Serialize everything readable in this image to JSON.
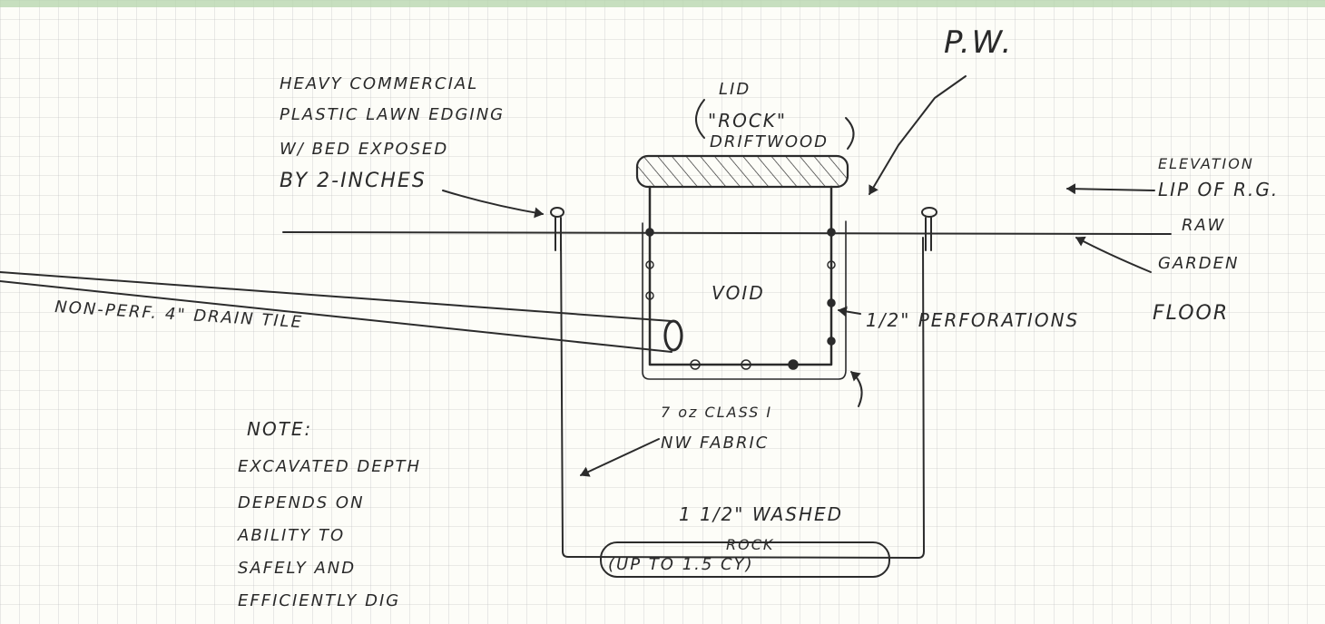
{
  "annotations": {
    "paw": "P.W.",
    "lid_line1": "LID",
    "lid_line2": "\"ROCK\"",
    "lid_line3": "DRIFTWOOD",
    "edging_line1": "HEAVY COMMERCIAL",
    "edging_line2": "PLASTIC LAWN EDGING",
    "edging_line3": "W/ BED EXPOSED",
    "edging_line4": "BY 2-INCHES",
    "elevation_line1": "ELEVATION",
    "elevation_line2": "LIP OF R.G.",
    "raw_garden_line1": "RAW",
    "raw_garden_line2": "GARDEN",
    "raw_garden_line3": "FLOOR",
    "void": "VOID",
    "perforations": "1/2\" PERFORATIONS",
    "drain_tile": "NON-PERF. 4\" DRAIN TILE",
    "fabric_line1": "7 oz CLASS I",
    "fabric_line2": "NW FABRIC",
    "rock_line1": "1 1/2\" WASHED",
    "rock_line2": "ROCK",
    "rock_line3": "(UP TO 1.5 CY)",
    "note_line1": "NOTE:",
    "note_line2": "EXCAVATED DEPTH",
    "note_line3": "DEPENDS ON",
    "note_line4": "ABILITY TO",
    "note_line5": "SAFELY AND",
    "note_line6": "EFFICIENTLY DIG"
  },
  "colors": {
    "paper": "#fdfdf8",
    "grid": "#c9c9c9",
    "ink": "#2b2b2b",
    "top_accent": "#b9d7b0"
  }
}
